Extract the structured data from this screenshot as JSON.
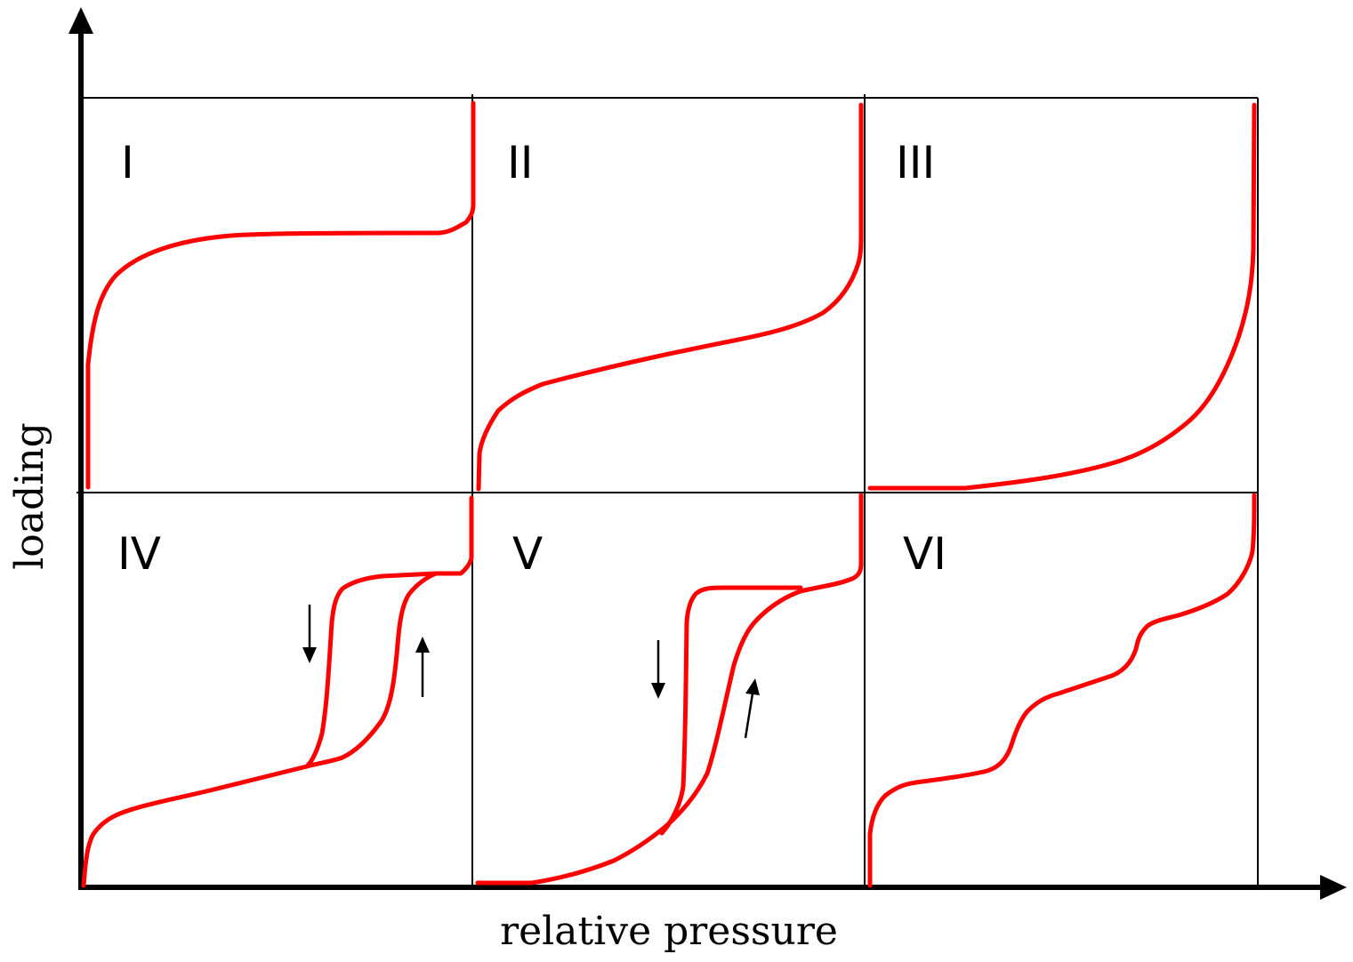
{
  "axes": {
    "x_label": "relative pressure",
    "y_label": "loading"
  },
  "panels": [
    {
      "id": "I",
      "label": "I"
    },
    {
      "id": "II",
      "label": "II"
    },
    {
      "id": "III",
      "label": "III"
    },
    {
      "id": "IV",
      "label": "IV"
    },
    {
      "id": "V",
      "label": "V"
    },
    {
      "id": "VI",
      "label": "VI"
    }
  ],
  "colors": {
    "curve": "#ff0000",
    "axes": "#000000",
    "background": "#ffffff"
  }
}
